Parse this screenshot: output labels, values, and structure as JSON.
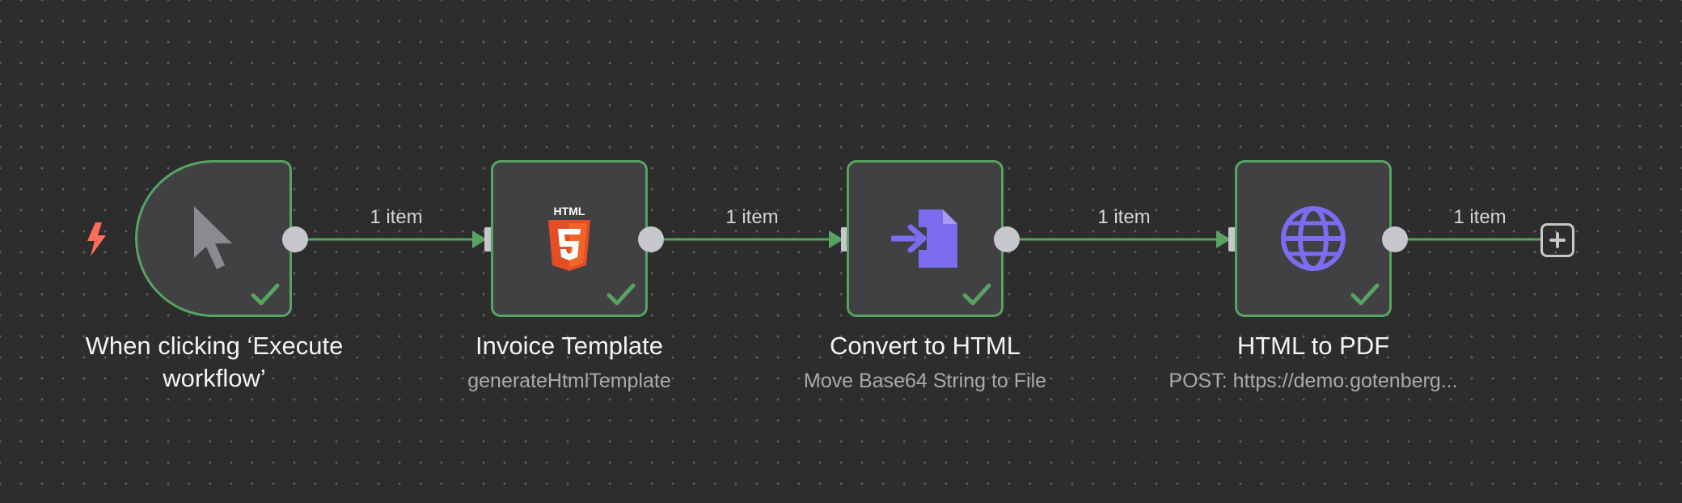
{
  "colors": {
    "canvas_background": "#2d2d2e",
    "node_fill": "#414143",
    "success_border": "#57a362",
    "edge": "#57a362",
    "handle": "#c5c7cc",
    "trigger_bolt": "#ff6d5a",
    "accent_purple": "#7b6cf0",
    "html5_orange": "#e44d26"
  },
  "trigger_icon": "bolt-icon",
  "nodes": [
    {
      "id": "manual-trigger",
      "title": "When clicking ‘Execute workflow’",
      "subtitle": "",
      "icon": "cursor-pointer-icon",
      "status": "success"
    },
    {
      "id": "invoice-template",
      "title": "Invoice Template",
      "subtitle": "generateHtmlTemplate",
      "icon": "html5-icon",
      "icon_text": "HTML",
      "status": "success"
    },
    {
      "id": "convert-to-html",
      "title": "Convert to HTML",
      "subtitle": "Move Base64 String to File",
      "icon": "file-import-icon",
      "status": "success"
    },
    {
      "id": "html-to-pdf",
      "title": "HTML to PDF",
      "subtitle": "POST: https://demo.gotenberg...",
      "icon": "globe-icon",
      "status": "success"
    }
  ],
  "connections": [
    {
      "from": "manual-trigger",
      "to": "invoice-template",
      "label": "1 item"
    },
    {
      "from": "invoice-template",
      "to": "convert-to-html",
      "label": "1 item"
    },
    {
      "from": "convert-to-html",
      "to": "html-to-pdf",
      "label": "1 item"
    },
    {
      "from": "html-to-pdf",
      "to": "",
      "label": "1 item"
    }
  ],
  "add_node_icon": "plus-icon"
}
